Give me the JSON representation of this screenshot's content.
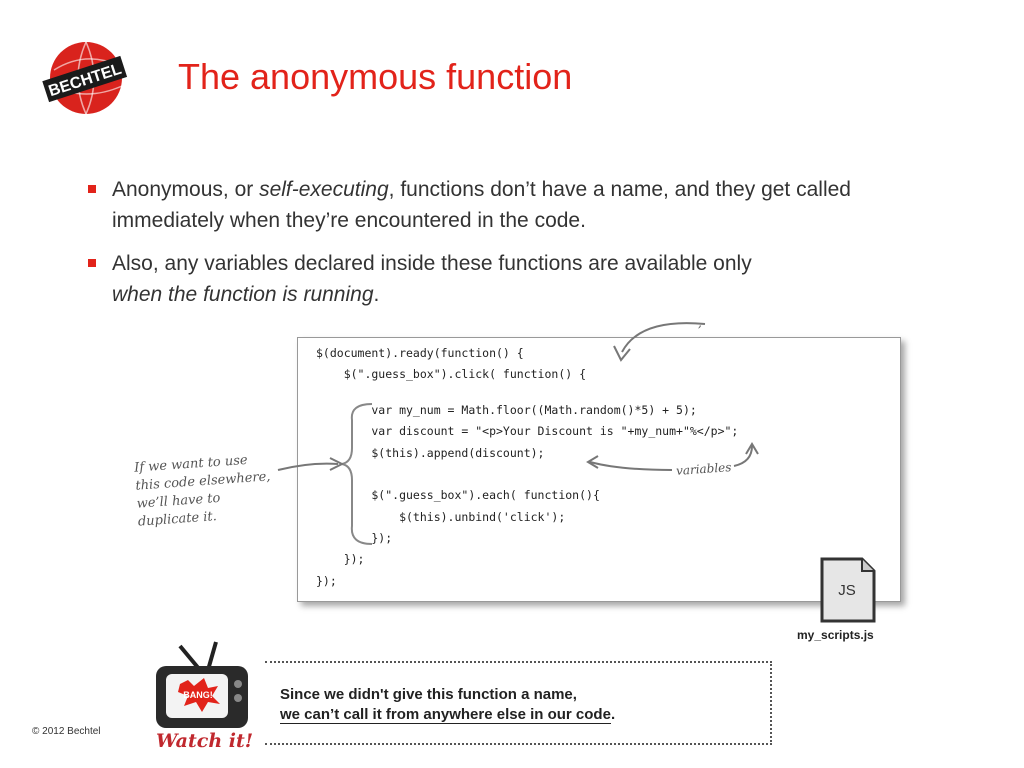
{
  "logo": {
    "text": "BECHTEL",
    "color": "#e2231a"
  },
  "title": "The anonymous function",
  "bullets": [
    {
      "before": "Anonymous, or ",
      "italic": "self-executing",
      "after": ", functions don’t have a name, and they get called immediately when they’re encountered in the code."
    },
    {
      "before": "Also, any variables declared inside these functions are available only ",
      "italic": "when the function is running",
      "after": "."
    }
  ],
  "code_lines": [
    "$(document).ready(function() {",
    "    $(\".guess_box\").click( function() {",
    "",
    "        var my_num = Math.floor((Math.random()*5) + 5);",
    "        var discount = \"<p>Your Discount is \"+my_num+\"%</p>\";",
    "        $(this).append(discount);",
    "",
    "        $(\".guess_box\").each( function(){",
    "            $(this).unbind('click');",
    "        });",
    "    });",
    "});"
  ],
  "annotations": {
    "left_note": [
      "If we want to use",
      "this code elsewhere,",
      "we’ll have to",
      "duplicate it."
    ],
    "variables": "variables",
    "top_mark": ","
  },
  "file": {
    "icon_text": "JS",
    "label": "my_scripts.js"
  },
  "watch_it": {
    "bang": "BANG!",
    "label": "Watch it!",
    "line1": "Since we didn't give this function a name,",
    "line2_underlined": "we can’t call it from anywhere else in our code",
    "line2_end": "."
  },
  "footer": {
    "copyright": "© 2012 Bechtel"
  },
  "colors": {
    "accent": "#e2231a",
    "bullet": "#e2231a"
  }
}
